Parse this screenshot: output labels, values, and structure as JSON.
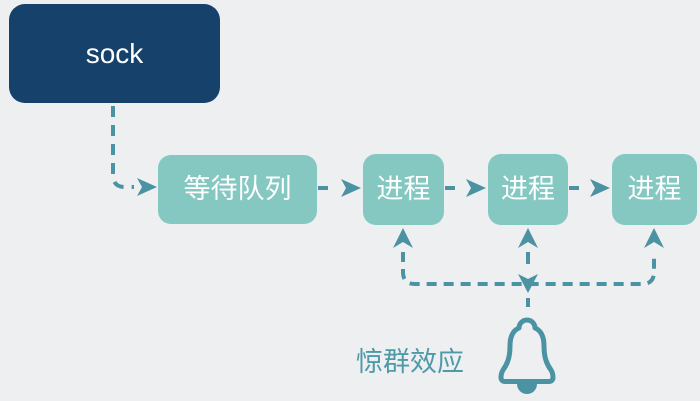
{
  "diagram": {
    "nodes": [
      {
        "id": "sock",
        "label": "sock"
      },
      {
        "id": "wait-queue",
        "label": "等待队列"
      },
      {
        "id": "process-1",
        "label": "进程"
      },
      {
        "id": "process-2",
        "label": "进程"
      },
      {
        "id": "process-3",
        "label": "进程"
      }
    ],
    "edges": [
      {
        "from": "sock",
        "to": "wait-queue",
        "style": "dashed-arrow"
      },
      {
        "from": "wait-queue",
        "to": "process-1",
        "style": "dashed-arrow"
      },
      {
        "from": "process-1",
        "to": "process-2",
        "style": "dashed-arrow"
      },
      {
        "from": "process-2",
        "to": "process-3",
        "style": "dashed-arrow"
      },
      {
        "from": "bell",
        "to": "process-1",
        "style": "dashed-arrow"
      },
      {
        "from": "bell",
        "to": "process-2",
        "style": "dashed-arrow"
      },
      {
        "from": "bell",
        "to": "process-3",
        "style": "dashed-arrow"
      }
    ],
    "annotation": {
      "label": "惊群效应",
      "icon": "bell-icon"
    },
    "colors": {
      "background": "#EDEFF1",
      "sock_fill": "#16416B",
      "node_fill": "#85C8C2",
      "node_text": "#FFFFFF",
      "connector": "#4B92A3",
      "caption_text": "#4F9AA7"
    }
  }
}
